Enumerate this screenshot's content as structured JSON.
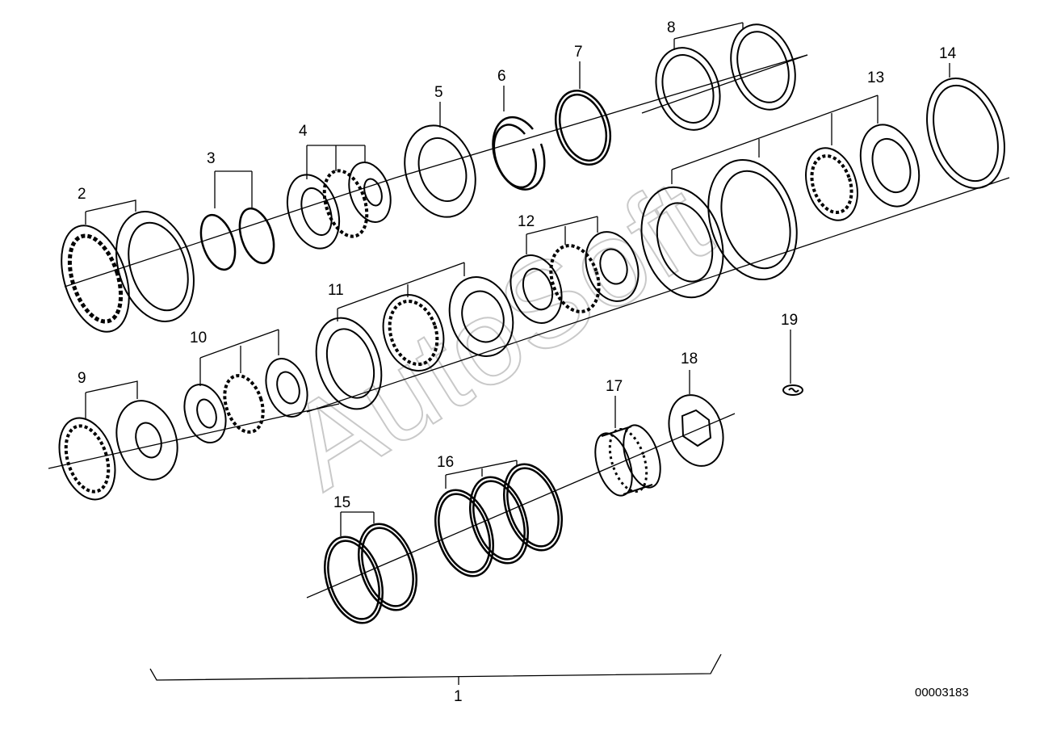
{
  "diagram": {
    "callouts": [
      "1",
      "2",
      "3",
      "4",
      "5",
      "6",
      "7",
      "8",
      "9",
      "10",
      "11",
      "12",
      "13",
      "14",
      "15",
      "16",
      "17",
      "18",
      "19"
    ],
    "catalog_number": "00003183",
    "watermark": "AutoSoft"
  }
}
